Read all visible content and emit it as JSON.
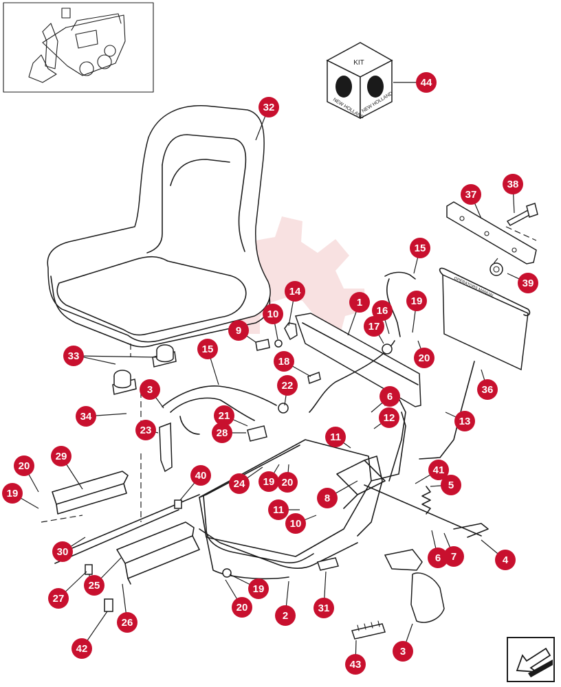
{
  "kit_label": "KIT",
  "brand_text": "NEW HOLLAND",
  "manual_label": "OPERATORS MANUAL",
  "colors": {
    "callout": "#c8102e",
    "line": "#1a1a1a",
    "watermark": "#f3c9c9"
  },
  "icons": {
    "thumbnail": "skid-steer-loader-icon",
    "nav": "next-page-arrow-icon",
    "watermark": "gear-watermark-icon"
  },
  "callouts": [
    {
      "id": "c1",
      "label": "1"
    },
    {
      "id": "c2",
      "label": "2"
    },
    {
      "id": "c3a",
      "label": "3"
    },
    {
      "id": "c3b",
      "label": "3"
    },
    {
      "id": "c4",
      "label": "4"
    },
    {
      "id": "c5",
      "label": "5"
    },
    {
      "id": "c6a",
      "label": "6"
    },
    {
      "id": "c6b",
      "label": "6"
    },
    {
      "id": "c7",
      "label": "7"
    },
    {
      "id": "c8",
      "label": "8"
    },
    {
      "id": "c9",
      "label": "9"
    },
    {
      "id": "c10a",
      "label": "10"
    },
    {
      "id": "c10b",
      "label": "10"
    },
    {
      "id": "c11a",
      "label": "11"
    },
    {
      "id": "c11b",
      "label": "11"
    },
    {
      "id": "c12",
      "label": "12"
    },
    {
      "id": "c13",
      "label": "13"
    },
    {
      "id": "c14",
      "label": "14"
    },
    {
      "id": "c15a",
      "label": "15"
    },
    {
      "id": "c15b",
      "label": "15"
    },
    {
      "id": "c16",
      "label": "16"
    },
    {
      "id": "c17",
      "label": "17"
    },
    {
      "id": "c18",
      "label": "18"
    },
    {
      "id": "c19a",
      "label": "19"
    },
    {
      "id": "c19b",
      "label": "19"
    },
    {
      "id": "c19c",
      "label": "19"
    },
    {
      "id": "c19d",
      "label": "19"
    },
    {
      "id": "c20a",
      "label": "20"
    },
    {
      "id": "c20b",
      "label": "20"
    },
    {
      "id": "c20c",
      "label": "20"
    },
    {
      "id": "c20d",
      "label": "20"
    },
    {
      "id": "c21",
      "label": "21"
    },
    {
      "id": "c22",
      "label": "22"
    },
    {
      "id": "c23",
      "label": "23"
    },
    {
      "id": "c24",
      "label": "24"
    },
    {
      "id": "c25",
      "label": "25"
    },
    {
      "id": "c26",
      "label": "26"
    },
    {
      "id": "c27",
      "label": "27"
    },
    {
      "id": "c28",
      "label": "28"
    },
    {
      "id": "c29",
      "label": "29"
    },
    {
      "id": "c30",
      "label": "30"
    },
    {
      "id": "c31",
      "label": "31"
    },
    {
      "id": "c32",
      "label": "32"
    },
    {
      "id": "c33",
      "label": "33"
    },
    {
      "id": "c34",
      "label": "34"
    },
    {
      "id": "c36",
      "label": "36"
    },
    {
      "id": "c37",
      "label": "37"
    },
    {
      "id": "c38",
      "label": "38"
    },
    {
      "id": "c39",
      "label": "39"
    },
    {
      "id": "c40",
      "label": "40"
    },
    {
      "id": "c41",
      "label": "41"
    },
    {
      "id": "c42",
      "label": "42"
    },
    {
      "id": "c43",
      "label": "43"
    },
    {
      "id": "c44",
      "label": "44"
    }
  ]
}
